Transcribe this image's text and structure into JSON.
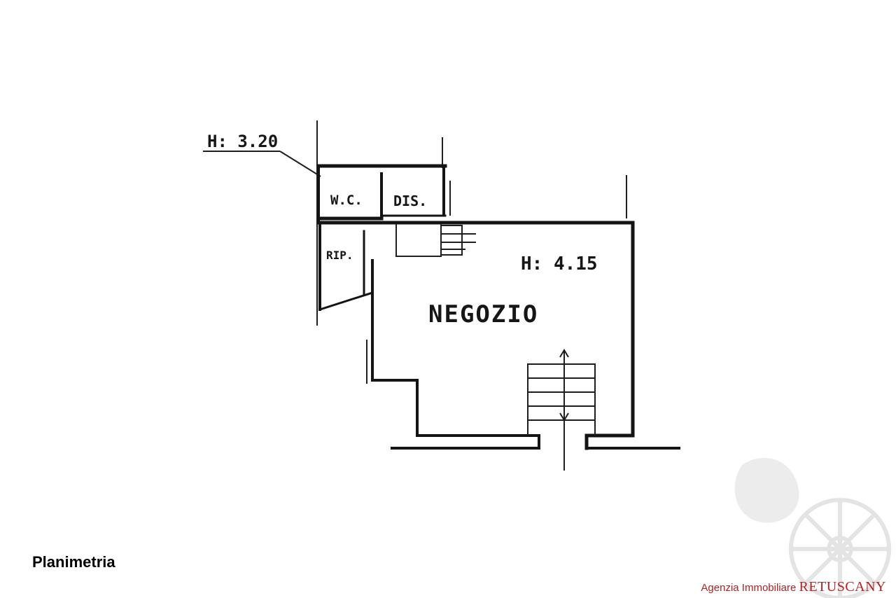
{
  "plan": {
    "height_upper": "H: 3.20",
    "room_wc": "W.C.",
    "room_dis": "DIS.",
    "room_rip": "RIP.",
    "room_main": "NEGOZIO",
    "height_main": "H: 4.15"
  },
  "caption": "Planimetria",
  "agency": {
    "prefix": "Agenzia Immobiliare",
    "brand": "RETUSCANY"
  }
}
